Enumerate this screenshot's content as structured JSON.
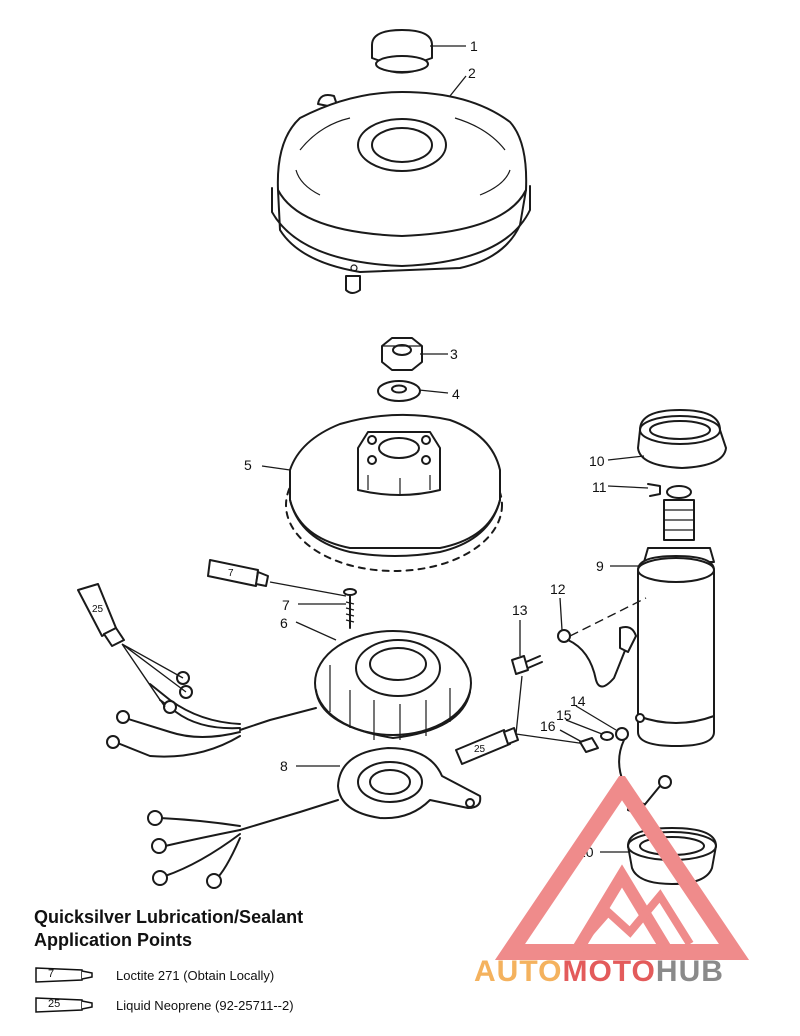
{
  "callouts": [
    "1",
    "2",
    "3",
    "4",
    "5",
    "6",
    "7",
    "8",
    "9",
    "10",
    "11",
    "12",
    "13",
    "14",
    "15",
    "16"
  ],
  "tubes": {
    "loctite": "7",
    "neoprene": "25"
  },
  "legend": {
    "title_line1": "Quicksilver Lubrication/Sealant",
    "title_line2": "Application Points",
    "items": [
      {
        "tube": "7",
        "text": "Loctite 271 (Obtain Locally)"
      },
      {
        "tube": "25",
        "text": "Liquid Neoprene (92-25711--2)"
      }
    ]
  },
  "watermark": {
    "part1": "AUTO",
    "part2": "MOTO",
    "part3": "HUB",
    "colors": [
      "#f4b25e",
      "#e35b5b",
      "#8a8a8a"
    ]
  }
}
